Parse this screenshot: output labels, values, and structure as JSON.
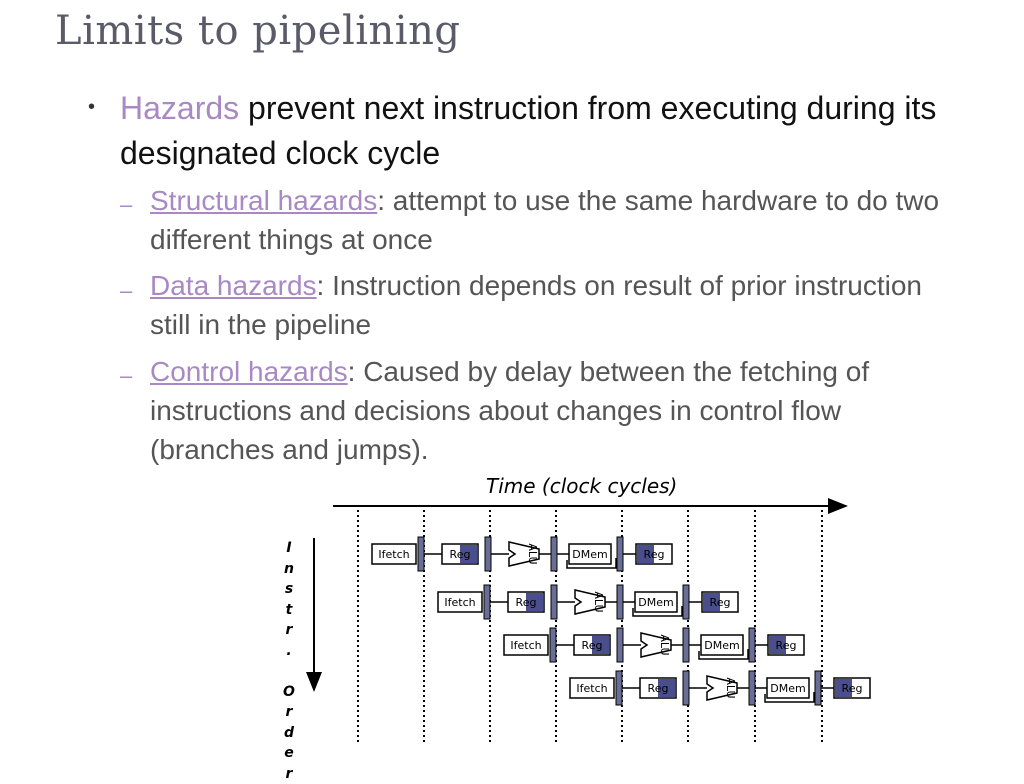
{
  "slide": {
    "title": "Limits to pipelining",
    "bullet": {
      "lead": "Hazards",
      "text": " prevent next instruction from executing during its designated clock cycle"
    },
    "subbullets": [
      {
        "link": "Structural hazards",
        "text": ": attempt to use the same hardware to do two different things at once"
      },
      {
        "link": "Data hazards",
        "text": ": Instruction depends on result of prior instruction still in the pipeline"
      },
      {
        "link": "Control hazards",
        "text": ": Caused by delay between the fetching of instructions and decisions about changes in control flow (branches and jumps)."
      }
    ]
  },
  "diagram": {
    "time_label": "Time (clock cycles)",
    "order_label": [
      "I",
      "n",
      "s",
      "t",
      "r",
      ".",
      "",
      "O",
      "r",
      "d",
      "e",
      "r"
    ],
    "stages": [
      "Ifetch",
      "Reg",
      "ALU",
      "DMem",
      "Reg"
    ],
    "stage_box_labels": {
      "ifetch": "Ifetch",
      "reg": "Reg",
      "dmem": "DMem",
      "alu": "ALU"
    },
    "instruction_rows": 4,
    "colors": {
      "reg_shade": "#4a4e8c",
      "latch": "#6a6e96",
      "bullet_purple": "#a889c4"
    }
  }
}
